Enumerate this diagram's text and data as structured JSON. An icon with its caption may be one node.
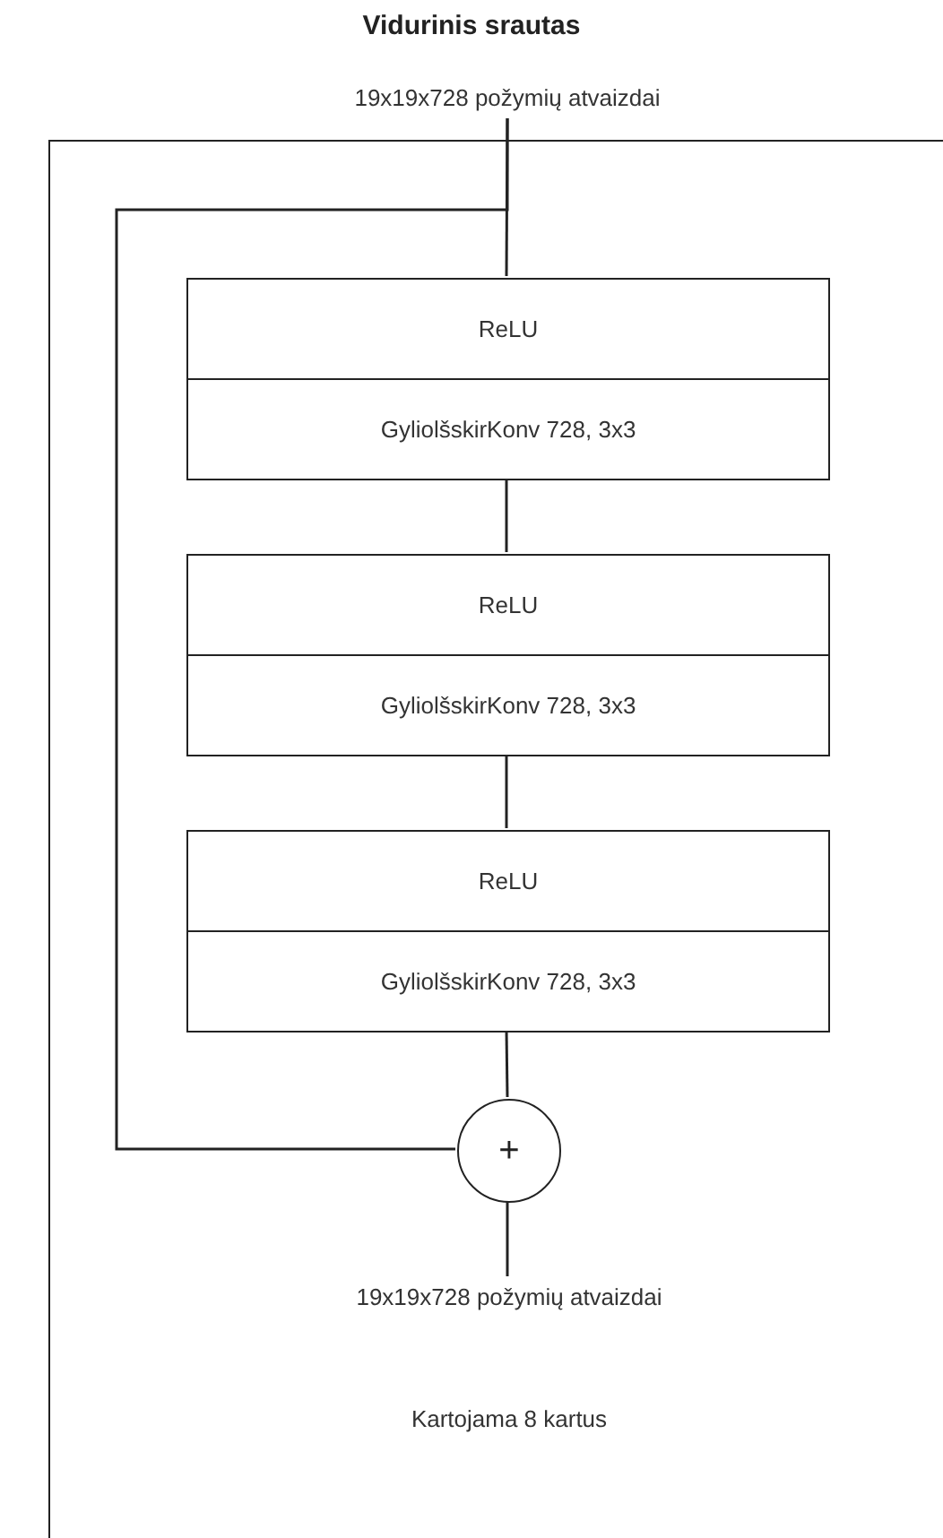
{
  "diagram": {
    "title": "Vidurinis srautas",
    "nodes": [
      {
        "text": [
          "Kartojama 8 kartus"
        ]
      },
      {
        "text": [
          "19x19x728 požymių atvaizdai"
        ]
      },
      {
        "text": [
          "ReLU",
          "GyliolšskirKonv 728, 3x3"
        ],
        "in": 0
      },
      {
        "text": [
          "ReLU",
          "GyliolšskirKonv 728, 3x3"
        ],
        "in": 0
      },
      {
        "text": [
          "ReLU",
          "GyliolšskirKonv 728, 3x3"
        ],
        "in": 0
      },
      {
        "text": [
          "+"
        ],
        "in": 0
      },
      {
        "text": [
          "19x19x728 požymių atvaizdai"
        ],
        "in": 0
      }
    ],
    "edges": [
      {
        "from": 1,
        "to": 2,
        "arrow": "none"
      },
      {
        "from": 2,
        "to": 3,
        "arrow": "none"
      },
      {
        "from": 3,
        "to": 4,
        "arrow": "none"
      },
      {
        "from": 4,
        "to": 5,
        "arrow": "none"
      },
      {
        "from": 1,
        "to": 5,
        "arrow": "none"
      },
      {
        "from": 5,
        "to": 6,
        "arrow": "none"
      }
    ]
  }
}
